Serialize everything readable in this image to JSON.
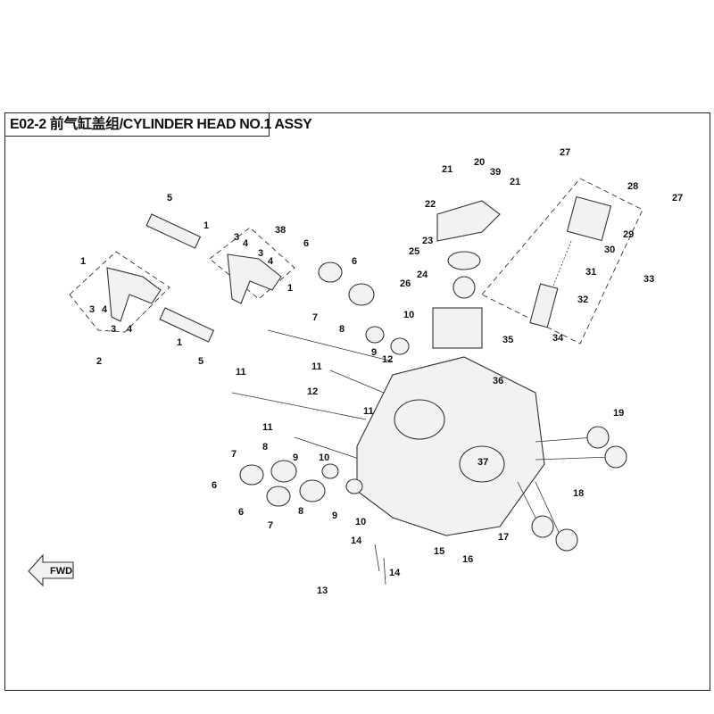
{
  "title": "E02-2 前气缸盖组/CYLINDER HEAD NO.1 ASSY",
  "fwd_label": "FWD",
  "callouts": [
    "5",
    "1",
    "1",
    "2",
    "3",
    "4",
    "3",
    "4",
    "38",
    "3",
    "4",
    "3",
    "4",
    "1",
    "1",
    "5",
    "6",
    "6",
    "7",
    "8",
    "10",
    "9",
    "11",
    "12",
    "11",
    "12",
    "11",
    "11",
    "21",
    "20",
    "39",
    "21",
    "22",
    "23",
    "25",
    "24",
    "26",
    "35",
    "36",
    "37",
    "27",
    "28",
    "27",
    "29",
    "30",
    "31",
    "33",
    "32",
    "34",
    "19",
    "18",
    "17",
    "16",
    "15",
    "14",
    "14",
    "13",
    "9",
    "10",
    "8",
    "7",
    "6",
    "6",
    "7",
    "8",
    "9",
    "10"
  ]
}
